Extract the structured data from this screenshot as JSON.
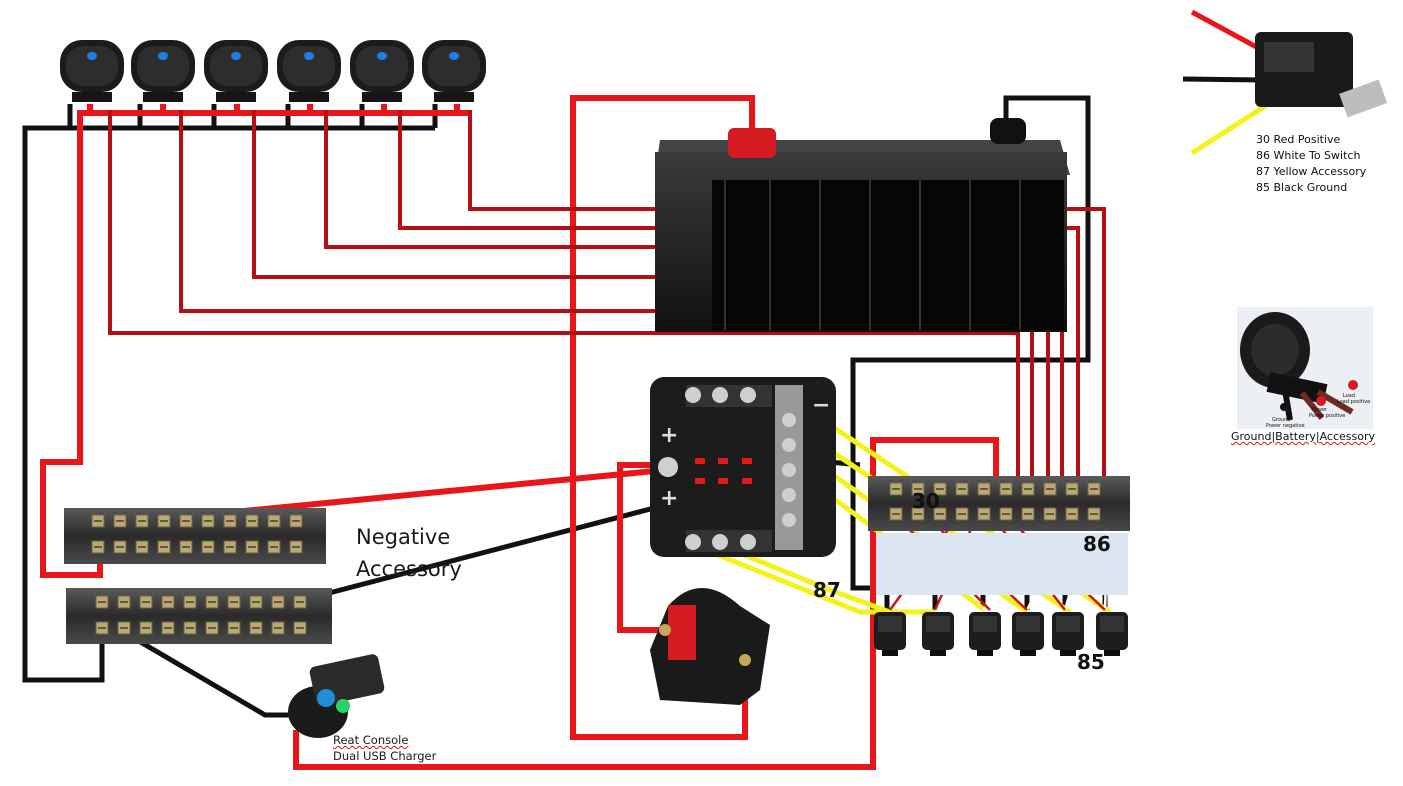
{
  "labels": {
    "negative_line1": "Negative",
    "negative_line2": "Accessory",
    "usb_line1": "Reat Console",
    "usb_line2": "Dual USB Charger",
    "pin_30": "30",
    "pin_86": "86",
    "pin_87": "87",
    "pin_85": "85"
  },
  "relay_legend": [
    "30 Red Positive",
    "86 White To Switch",
    "87 Yellow Accessory",
    "85 Black Ground"
  ],
  "rocker_caption": "Ground|Battery|Accessory",
  "rocker_pin_labels": {
    "ground": "Ground",
    "ground_sub": "Power negative",
    "power": "Power",
    "power_sub": "Power positive",
    "load": "Load",
    "load_sub": "Load positive"
  },
  "colors": {
    "positive_wire": "#e8161b",
    "switch_wire": "#b50f14",
    "ground_wire": "#111111",
    "accessory_wire": "#f5f21a",
    "signal_wire": "#ffffff"
  },
  "components": {
    "switch_count": 6,
    "relay_count": 6
  }
}
